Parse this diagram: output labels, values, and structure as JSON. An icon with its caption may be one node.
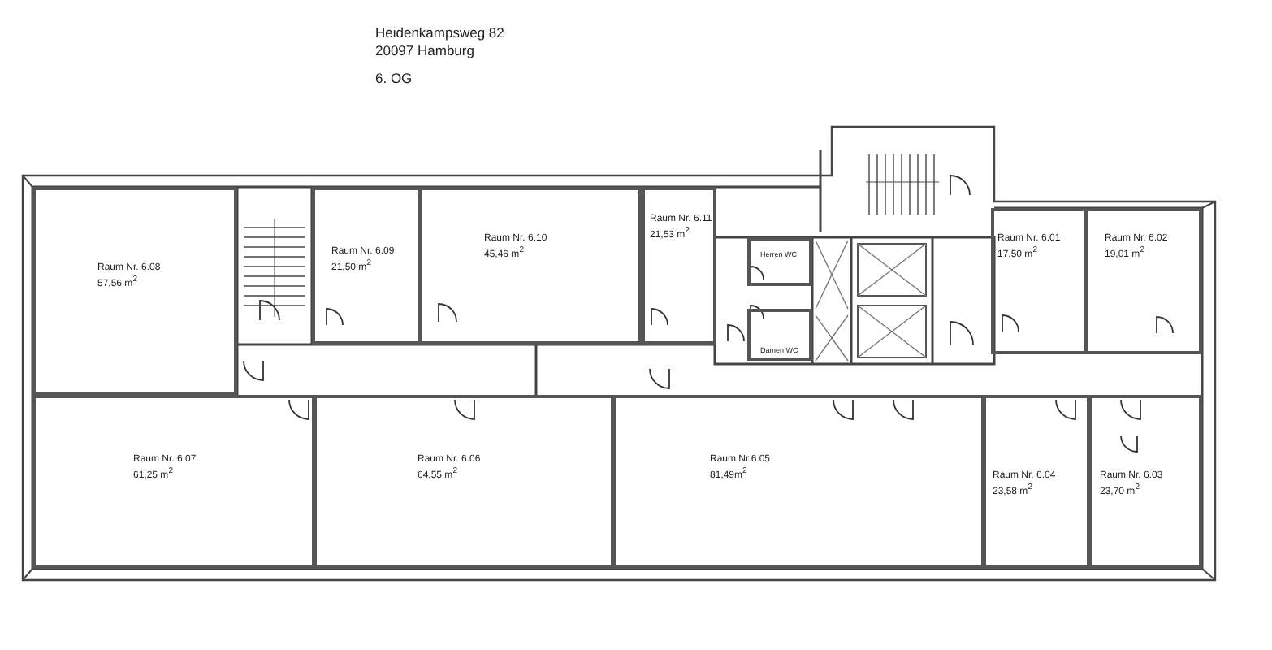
{
  "diagram": {
    "title": "Heidenkampsweg 82",
    "nodes": [
      {
        "text": [
          "Raum Nr. 6.08",
          "57,56 m$^{2}$"
        ]
      },
      {
        "text": [
          "Raum Nr. 6.09",
          "21,50 m$^{2}$"
        ]
      },
      {
        "text": [
          "Raum Nr. 6.10",
          "45,46 m$^{2}$"
        ]
      },
      {
        "text": [
          "Raum Nr. 6.11",
          "21,53 m$^{2}$"
        ]
      },
      {
        "text": [
          "Herren WC"
        ]
      },
      {
        "text": [
          "Damen WC"
        ]
      },
      {
        "text": [
          "Raum Nr. 6.01",
          "17,50 m$^{2}$"
        ]
      },
      {
        "text": [
          "Raum Nr. 6.02",
          "19,01 m$^{2}$"
        ]
      },
      {
        "text": [
          "Raum Nr. 6.07",
          "61,25 m$^{2}$"
        ]
      },
      {
        "text": [
          "Raum Nr. 6.06",
          "64,55 m$^{2}$"
        ]
      },
      {
        "text": [
          "Raum Nr.6.05",
          "81,49m$^{2}$"
        ]
      },
      {
        "text": [
          "Raum Nr. 6.04",
          "23,58 m$^{2}$"
        ]
      },
      {
        "text": [
          "Raum Nr. 6.03",
          "23,70 m$^{2}$"
        ]
      }
    ],
    "labels": [
      "20097 Hamburg",
      "6. OG"
    ]
  }
}
